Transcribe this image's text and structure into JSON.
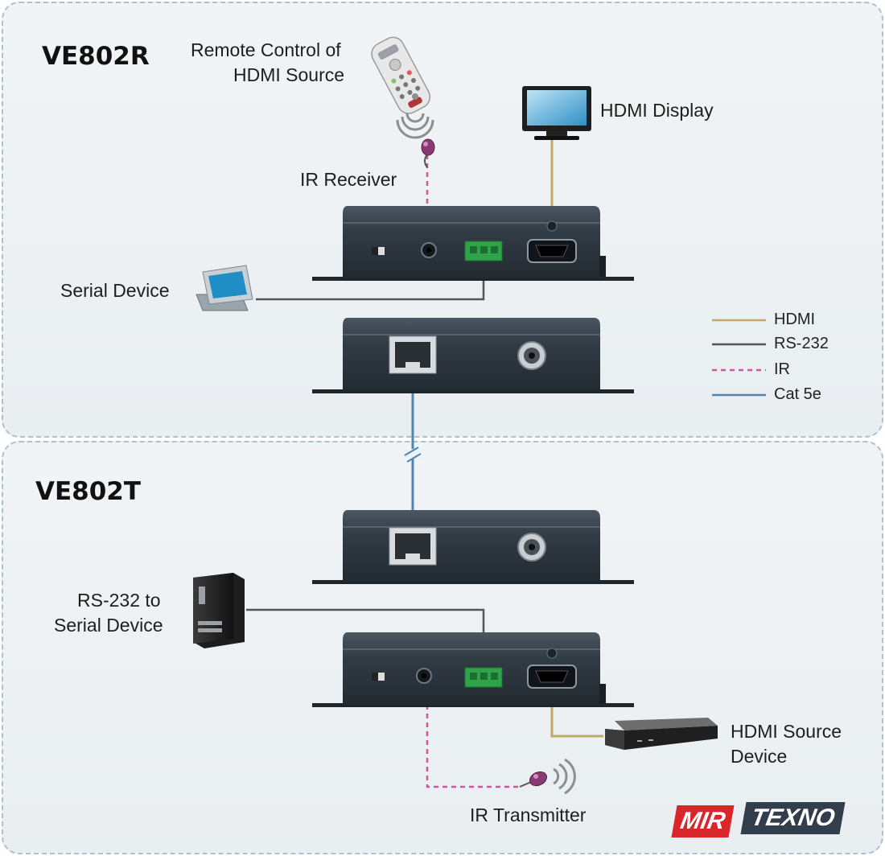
{
  "receiver": {
    "title": "VE802R",
    "remote_label_1": "Remote Control of",
    "remote_label_2": "HDMI Source",
    "display_label": "HDMI Display",
    "ir_receiver_label": "IR Receiver",
    "serial_device_label": "Serial Device"
  },
  "transmitter": {
    "title": "VE802T",
    "serial_label_1": "RS-232 to",
    "serial_label_2": "Serial Device",
    "source_label_1": "HDMI Source",
    "source_label_2": "Device",
    "ir_transmitter_label": "IR Transmitter"
  },
  "legend": [
    {
      "label": "HDMI",
      "color": "#c4a86a",
      "style": "solid"
    },
    {
      "label": "RS-232",
      "color": "#555555",
      "style": "solid"
    },
    {
      "label": "IR",
      "color": "#d0579a",
      "style": "dashed"
    },
    {
      "label": "Cat 5e",
      "color": "#4f86b0",
      "style": "solid"
    }
  ],
  "logo": {
    "part1": "MIR",
    "part2": "TEXNO"
  },
  "colors": {
    "panel_border": "#a9c3cf",
    "device_body": "#2f3942",
    "terminal": "#2ea34a"
  }
}
